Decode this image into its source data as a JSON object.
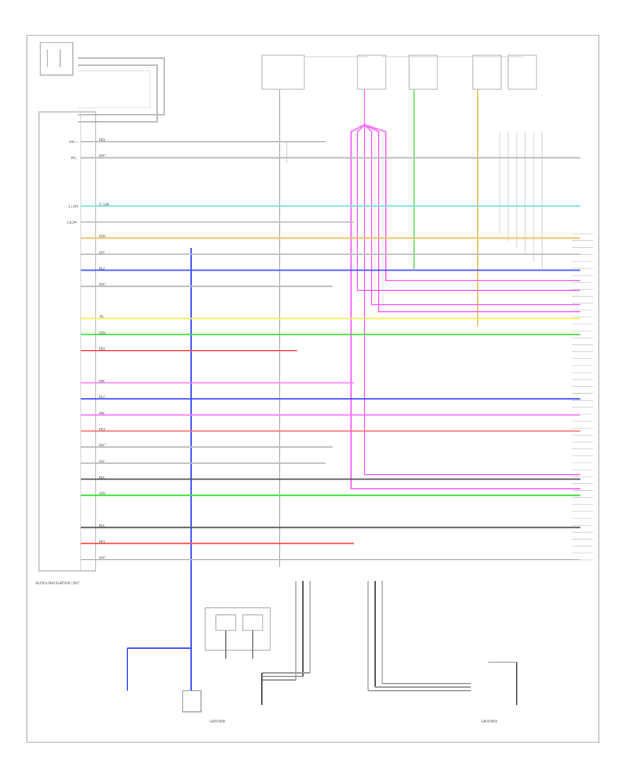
{
  "diagram": {
    "unit_label": "AUDIO-NAVIGATION UNIT",
    "footer_code": "",
    "left_pins": [
      {
        "label": "MIC+",
        "wire": "RED",
        "color": "#bbbbbb"
      },
      {
        "label": "MIC-",
        "wire": "WHT",
        "color": "#bbbbbb"
      },
      {
        "label": "",
        "wire": "",
        "color": ""
      },
      {
        "label": "",
        "wire": "",
        "color": ""
      },
      {
        "label": "ILLUM",
        "wire": "LT GRN",
        "color": "#7fe0e0"
      },
      {
        "label": "ILLUM-",
        "wire": "",
        "color": "#bbbbbb"
      },
      {
        "label": "",
        "wire": "ORN",
        "color": "#f2c56b"
      },
      {
        "label": "",
        "wire": "GRY",
        "color": "#bbbbbb"
      },
      {
        "label": "",
        "wire": "BLU",
        "color": "#4455ff"
      },
      {
        "label": "",
        "wire": "WHT",
        "color": "#bbbbbb"
      },
      {
        "label": "",
        "wire": "",
        "color": ""
      },
      {
        "label": "",
        "wire": "YEL",
        "color": "#f4f060"
      },
      {
        "label": "",
        "wire": "GRN",
        "color": "#40e040"
      },
      {
        "label": "",
        "wire": "RED",
        "color": "#ff5050"
      },
      {
        "label": "",
        "wire": "",
        "color": ""
      },
      {
        "label": "",
        "wire": "PNK",
        "color": "#ff80ff"
      },
      {
        "label": "",
        "wire": "BLU",
        "color": "#4455ff"
      },
      {
        "label": "",
        "wire": "PNK",
        "color": "#ff80ff"
      },
      {
        "label": "",
        "wire": "RED",
        "color": "#ff7070"
      },
      {
        "label": "",
        "wire": "WHT",
        "color": "#bbbbbb"
      },
      {
        "label": "",
        "wire": "GRY",
        "color": "#bbbbbb"
      },
      {
        "label": "",
        "wire": "BLK",
        "color": "#555555"
      },
      {
        "label": "",
        "wire": "GRN",
        "color": "#40e040"
      },
      {
        "label": "",
        "wire": "",
        "color": ""
      },
      {
        "label": "",
        "wire": "BLK",
        "color": "#555555"
      },
      {
        "label": "",
        "wire": "RED",
        "color": "#ff5050"
      },
      {
        "label": "",
        "wire": "WHT",
        "color": "#bbbbbb"
      }
    ],
    "connector_labels": [
      "GROUND",
      "GROUND"
    ],
    "antenna_label": "",
    "ground_labels": [
      "",
      "",
      ""
    ]
  }
}
